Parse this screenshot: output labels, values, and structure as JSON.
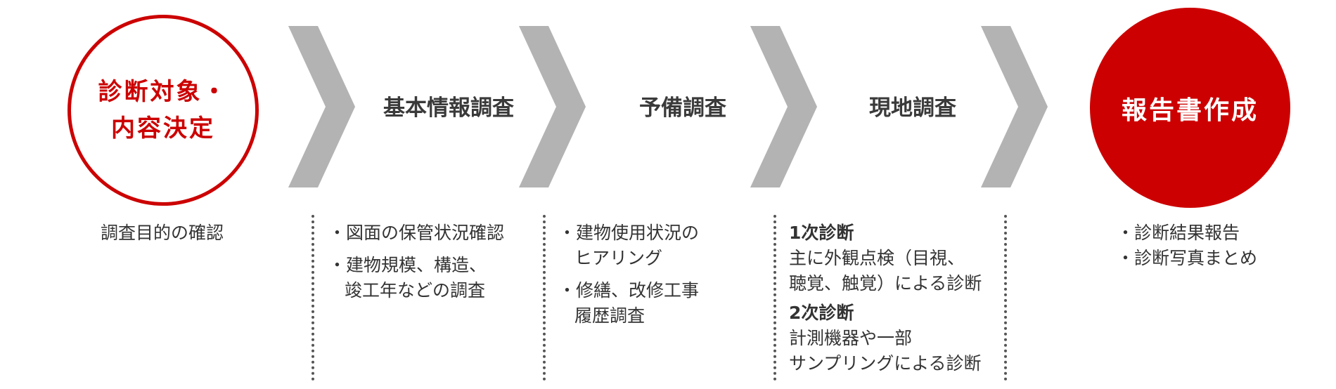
{
  "steps": {
    "step1": {
      "title_line1": "診断対象・",
      "title_line2": "内容決定",
      "detail": "調査目的の確認"
    },
    "step2": {
      "title": "基本情報調査",
      "items": [
        {
          "line1": "・図面の保管状況確認"
        },
        {
          "line1": "・建物規模、構造、",
          "line2": "竣工年などの調査"
        }
      ]
    },
    "step3": {
      "title": "予備調査",
      "items": [
        {
          "line1": "・建物使用状況の",
          "line2": "ヒアリング"
        },
        {
          "line1": "・修繕、改修工事",
          "line2": "履歴調査"
        }
      ]
    },
    "step4": {
      "title": "現地調査",
      "blocks": [
        {
          "heading": "1次診断",
          "line1": "主に外観点検（目視、",
          "line2": "聴覚、触覚）による診断"
        },
        {
          "heading": "2次診断",
          "line1": "計測機器や一部",
          "line2": "サンプリングによる診断"
        }
      ]
    },
    "step5": {
      "title": "報告書作成",
      "items": [
        {
          "line1": "・診断結果報告"
        },
        {
          "line1": "・診断写真まとめ"
        }
      ]
    }
  },
  "colors": {
    "accent_red": "#cc0000",
    "chevron_gray": "#b3b3b3",
    "text_dark": "#333333"
  },
  "icons": {
    "arrow": "chevron-right-icon"
  }
}
